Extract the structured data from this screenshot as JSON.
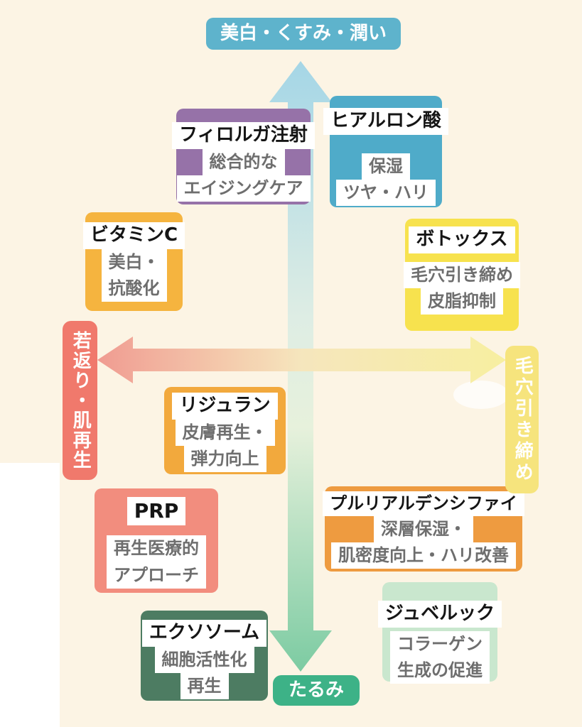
{
  "background_color": "#FCF4E4",
  "band_color": "#FFFFFF",
  "title_text_color": "#151515",
  "desc_text_color": "#6E6E6E",
  "axes": {
    "top": {
      "label": "美白・くすみ・潤い",
      "color": "#5EB3CC"
    },
    "bottom": {
      "label": "たるみ",
      "color": "#3DB287"
    },
    "left": {
      "label": "若返り・肌再生",
      "color": "#F0796C"
    },
    "right": {
      "label": "毛穴引き締め",
      "color": "#F6E47D"
    },
    "vertical_arrow": {
      "top_color": "#A5D6E6",
      "middle_color": "#E7F1DC",
      "bottom_color": "#7CCBA2"
    },
    "horizontal_arrow": {
      "left_color": "#F0998F",
      "right_color": "#F7EF9E"
    }
  },
  "treatments": [
    {
      "id": "filorga",
      "title": "フィロルガ注射",
      "desc_lines": [
        "総合的な",
        "エイジングケア"
      ],
      "color": "#9672A8",
      "quadrant": "top-left"
    },
    {
      "id": "hyaluronic",
      "title": "ヒアルロン酸",
      "desc_lines": [
        "保湿",
        "ツヤ・ハリ"
      ],
      "color": "#4FABC9",
      "quadrant": "top-right"
    },
    {
      "id": "vitaminc",
      "title": "ビタミンC",
      "desc_lines": [
        "美白・",
        "抗酸化"
      ],
      "color": "#F5B43F",
      "quadrant": "top-left"
    },
    {
      "id": "botox",
      "title": "ボトックス",
      "desc_lines": [
        "毛穴引き締め",
        "皮脂抑制"
      ],
      "color": "#F7E24E",
      "quadrant": "top-right"
    },
    {
      "id": "rejuran",
      "title": "リジュラン",
      "desc_lines": [
        "皮膚再生・",
        "弾力向上"
      ],
      "color": "#F2A93D",
      "quadrant": "bottom-left"
    },
    {
      "id": "prp",
      "title": "PRP",
      "desc_lines": [
        "再生医療的",
        "アプローチ"
      ],
      "color": "#F28D7E",
      "quadrant": "bottom-left"
    },
    {
      "id": "pluryal",
      "title": "プルリアルデンシファイ",
      "desc_lines": [
        "深層保湿・",
        "肌密度向上・ハリ改善"
      ],
      "color": "#EE9B40",
      "quadrant": "bottom-right"
    },
    {
      "id": "exosome",
      "title": "エクソソーム",
      "desc_lines": [
        "細胞活性化",
        "再生"
      ],
      "color": "#4D7C62",
      "quadrant": "bottom-left"
    },
    {
      "id": "juvelook",
      "title": "ジュベルック",
      "desc_lines": [
        "コラーゲン",
        "生成の促進"
      ],
      "color": "#C9E7CE",
      "quadrant": "bottom-right"
    }
  ]
}
